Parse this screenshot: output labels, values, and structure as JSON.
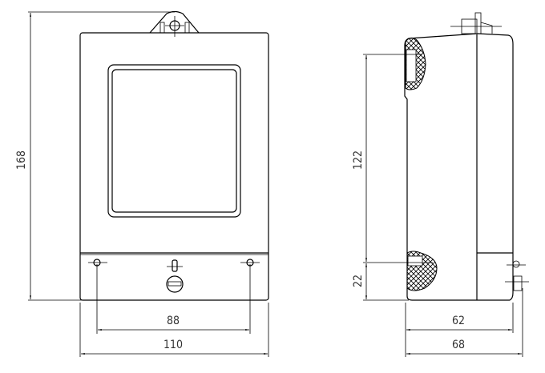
{
  "drawing": {
    "front_view": {
      "dimensions": {
        "height": "168",
        "hole_spacing": "88",
        "width": "110"
      }
    },
    "side_view": {
      "dimensions": {
        "upper_height": "122",
        "lower_height": "22",
        "depth": "62",
        "depth_overall": "68"
      }
    },
    "colors": {
      "line": "#000000",
      "text": "#333333",
      "background": "#ffffff"
    }
  }
}
